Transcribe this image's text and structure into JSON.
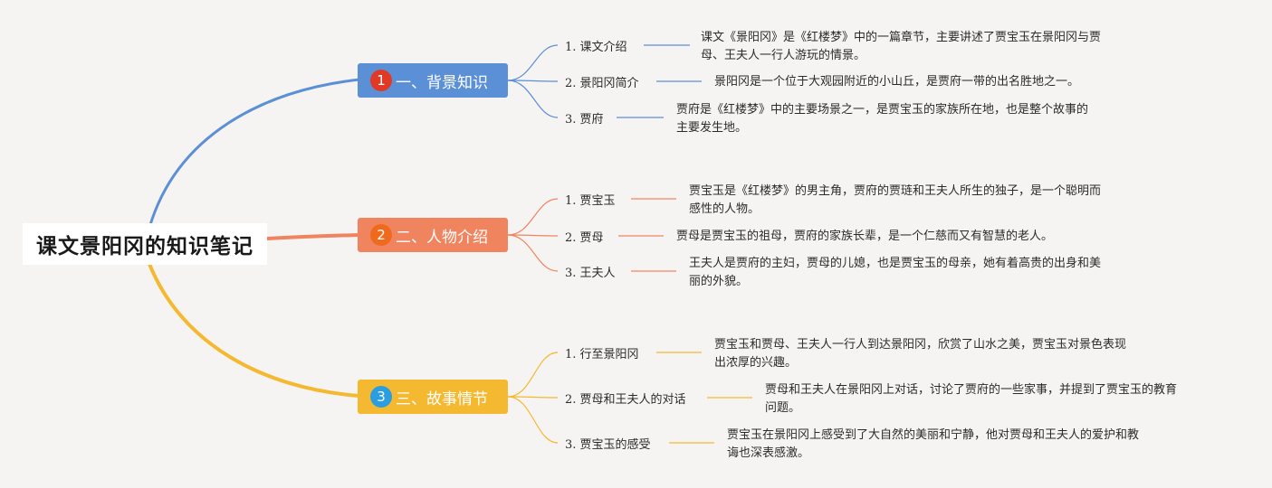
{
  "root": {
    "title": "课文景阳冈的知识笔记"
  },
  "colors": {
    "blue": "#5b8fd6",
    "orange": "#f0845f",
    "yellow": "#f4b931",
    "badge_red": "#e03a27",
    "badge_orange": "#f06a1e",
    "badge_blue": "#2a9ee0"
  },
  "branches": [
    {
      "badge": "1",
      "label": "一、背景知识",
      "items": [
        {
          "label": "1. 课文介绍",
          "desc": [
            "课文《景阳冈》是《红楼梦》中的一篇章节，主要讲述了贾宝玉在景阳冈与贾",
            "母、王夫人一行人游玩的情景。"
          ]
        },
        {
          "label": "2. 景阳冈简介",
          "desc": [
            "景阳冈是一个位于大观园附近的小山丘，是贾府一带的出名胜地之一。"
          ]
        },
        {
          "label": "3. 贾府",
          "desc": [
            "贾府是《红楼梦》中的主要场景之一，是贾宝玉的家族所在地，也是整个故事的",
            "主要发生地。"
          ]
        }
      ]
    },
    {
      "badge": "2",
      "label": "二、人物介绍",
      "items": [
        {
          "label": "1. 贾宝玉",
          "desc": [
            "贾宝玉是《红楼梦》的男主角，贾府的贾琏和王夫人所生的独子，是一个聪明而",
            "感性的人物。"
          ]
        },
        {
          "label": "2. 贾母",
          "desc": [
            "贾母是贾宝玉的祖母，贾府的家族长辈，是一个仁慈而又有智慧的老人。"
          ]
        },
        {
          "label": "3. 王夫人",
          "desc": [
            "王夫人是贾府的主妇，贾母的儿媳，也是贾宝玉的母亲，她有着高贵的出身和美",
            "丽的外貌。"
          ]
        }
      ]
    },
    {
      "badge": "3",
      "label": "三、故事情节",
      "items": [
        {
          "label": "1. 行至景阳冈",
          "desc": [
            "贾宝玉和贾母、王夫人一行人到达景阳冈，欣赏了山水之美，贾宝玉对景色表现",
            "出浓厚的兴趣。"
          ]
        },
        {
          "label": "2. 贾母和王夫人的对话",
          "desc": [
            "贾母和王夫人在景阳冈上对话，讨论了贾府的一些家事，并提到了贾宝玉的教育",
            "问题。"
          ]
        },
        {
          "label": "3. 贾宝玉的感受",
          "desc": [
            "贾宝玉在景阳冈上感受到了大自然的美丽和宁静，他对贾母和王夫人的爱护和教",
            "诲也深表感激。"
          ]
        }
      ]
    }
  ]
}
